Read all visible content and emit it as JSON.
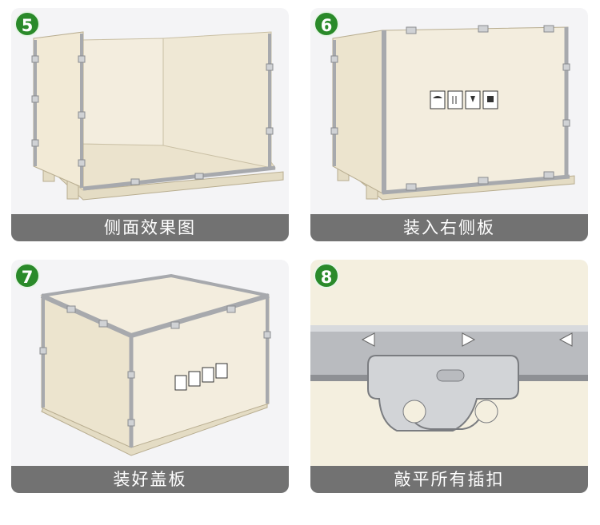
{
  "steps": [
    {
      "number": "5",
      "caption": "侧面效果图"
    },
    {
      "number": "6",
      "caption": "装入右侧板"
    },
    {
      "number": "7",
      "caption": "装好盖板"
    },
    {
      "number": "8",
      "caption": "敲平所有插扣"
    }
  ],
  "colors": {
    "badge": "#2a8a2a",
    "caption_bar": "#727272",
    "plywood": "#f1ead6",
    "metal": "#a7a9ad"
  },
  "icons": [
    "crate-open-icon",
    "crate-side-icon",
    "crate-closed-icon",
    "metal-clip-icon",
    "handling-symbols-icon"
  ]
}
